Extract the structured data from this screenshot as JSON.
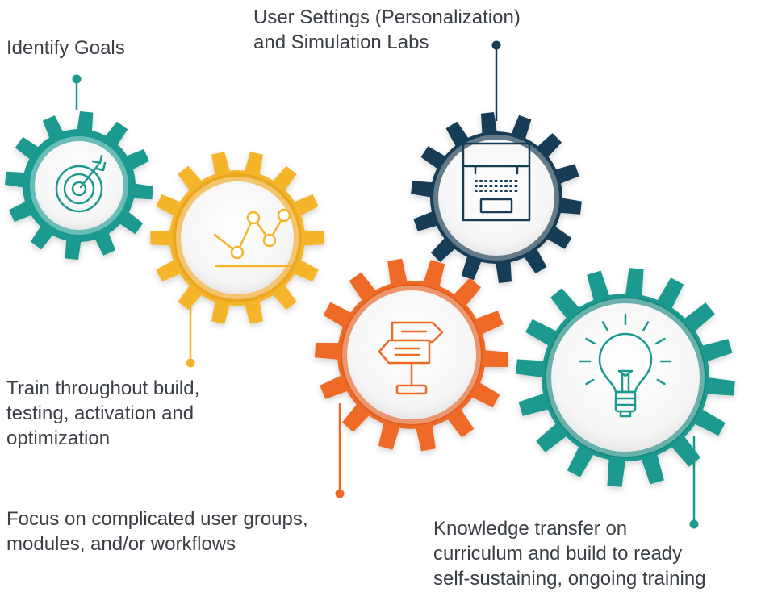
{
  "steps": [
    {
      "id": "identify-goals",
      "label": "Identify Goals",
      "icon": "target-icon",
      "color": "#1c9a8f"
    },
    {
      "id": "train-throughout",
      "label": "Train throughout build,\ntesting, activation and\noptimization",
      "icon": "line-chart-icon",
      "color": "#f5b52a"
    },
    {
      "id": "user-settings",
      "label": "User Settings (Personalization)\nand Simulation Labs",
      "icon": "laptop-icon",
      "color": "#173c55"
    },
    {
      "id": "focus-complicated",
      "label": "Focus on complicated user groups,\nmodules, and/or workflows",
      "icon": "signpost-icon",
      "color": "#ee6a25"
    },
    {
      "id": "knowledge-transfer",
      "label": "Knowledge transfer on\ncurriculum and build to ready\nself-sustaining, ongoing training",
      "icon": "lightbulb-icon",
      "color": "#1c9a8f"
    }
  ]
}
